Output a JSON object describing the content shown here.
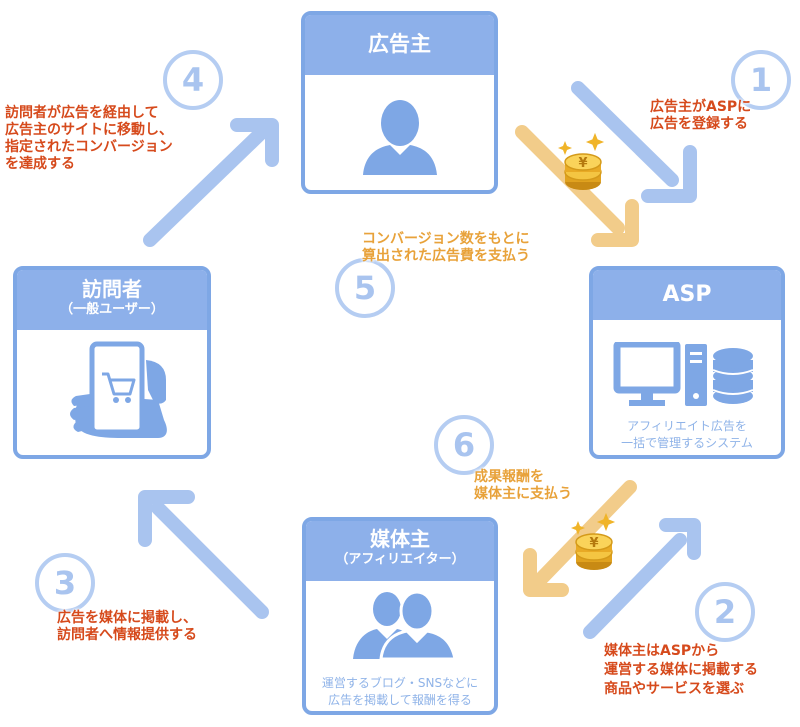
{
  "colors": {
    "box_border": "#7ea7e5",
    "box_header": "#8db0ea",
    "arrow_blue": "#a9c4ef",
    "arrow_gold": "#f2cc8a",
    "text_red": "#d64a1c",
    "text_orange": "#e8a23a",
    "number_circle": "#b5cdf2"
  },
  "nodes": {
    "advertiser": {
      "title": "広告主",
      "icon": "person-icon"
    },
    "asp": {
      "title": "ASP",
      "icon": "computer-server-icon",
      "desc_line1": "アフィリエイト広告を",
      "desc_line2": "一括で管理するシステム"
    },
    "visitor": {
      "title": "訪問者",
      "subtitle": "（一般ユーザー）",
      "icon": "smartphone-shopping-icon"
    },
    "media": {
      "title": "媒体主",
      "subtitle": "（アフィリエイター）",
      "icon": "two-people-icon",
      "desc_line1": "運営するブログ・SNSなどに",
      "desc_line2": "広告を掲載して報酬を得る"
    }
  },
  "steps": [
    {
      "number": "1",
      "line1": "広告主がASPに",
      "line2": "広告を登録する"
    },
    {
      "number": "2",
      "line1": "媒体主はASPから",
      "line2": "運営する媒体に掲載する",
      "line3": "商品やサービスを選ぶ"
    },
    {
      "number": "3",
      "line1": "広告を媒体に掲載し、",
      "line2": "訪問者へ情報提供する"
    },
    {
      "number": "4",
      "line1": "訪問者が広告を経由して",
      "line2": "広告主のサイトに移動し、",
      "line3": "指定されたコンバージョン",
      "line4": "を達成する"
    },
    {
      "number": "5",
      "line1": "コンバージョン数をもとに",
      "line2": "算出された広告費を支払う"
    },
    {
      "number": "6",
      "line1": "成果報酬を",
      "line2": "媒体主に支払う"
    }
  ],
  "coin_symbol": "¥"
}
